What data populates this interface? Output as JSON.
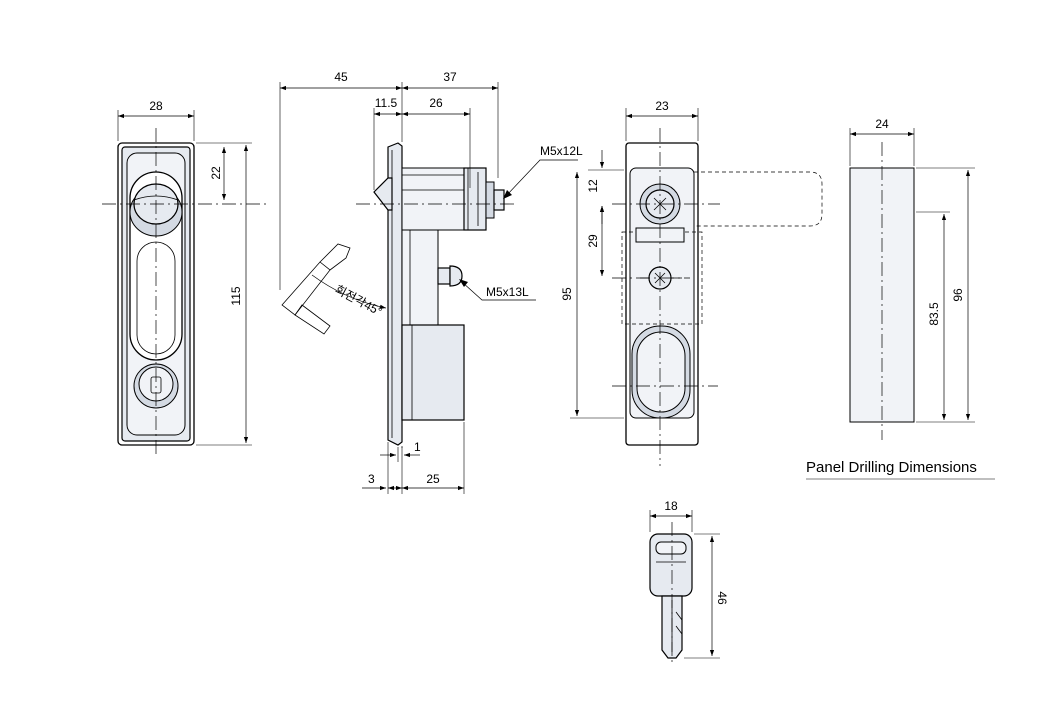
{
  "front_view": {
    "width": "28",
    "knob_offset": "22",
    "height": "115"
  },
  "side_view": {
    "overall_depth": "45",
    "handle_depth": "37",
    "flange_depth": "11.5",
    "body_depth": "26",
    "top_screw": "M5x12L",
    "rotation_note": "회전각45°",
    "mid_screw": "M5x13L",
    "gap": "1",
    "panel_thickness": "3",
    "base_depth": "25"
  },
  "rear_view": {
    "width": "23",
    "screw_offset": "12",
    "screw_spacing": "29",
    "height": "95"
  },
  "panel_drilling": {
    "title": "Panel Drilling Dimensions",
    "width": "24",
    "inner_height": "83.5",
    "height": "96"
  },
  "key": {
    "width": "18",
    "length": "46"
  }
}
